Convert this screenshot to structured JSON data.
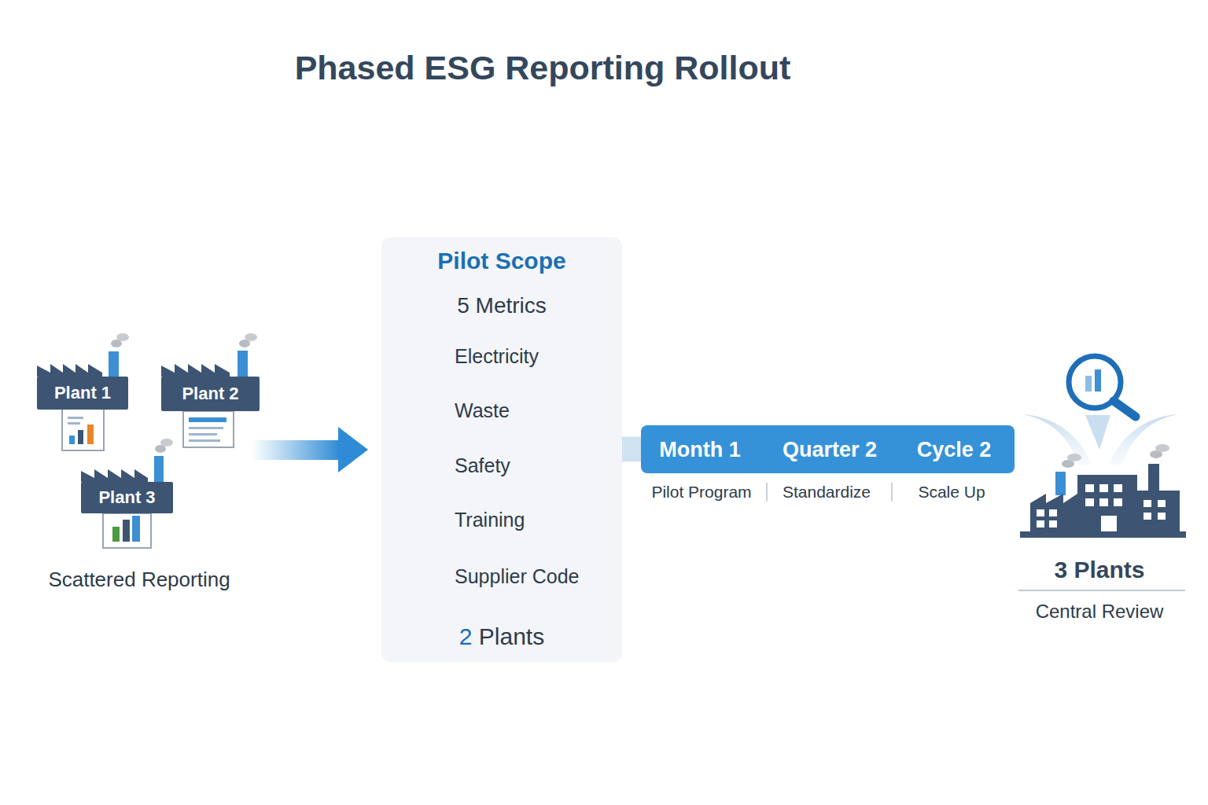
{
  "diagram": {
    "title": "Phased ESG Reporting Rollout",
    "nodes": [
      {
        "text": [
          "Plant 1"
        ]
      },
      {
        "text": [
          "Plant 2"
        ]
      },
      {
        "text": [
          "Plant 3"
        ]
      },
      {
        "text": [
          "Pilot Scope",
          "5 Metrics",
          "Electricity",
          "Waste",
          "Safety",
          "Training",
          "Supplier Code",
          "2 Plants"
        ]
      },
      {
        "text": [
          "Month 1",
          "Quarter 2",
          "Cycle 2"
        ]
      }
    ],
    "edges": [
      {
        "from": 3,
        "to": 4,
        "arrow": "none"
      }
    ],
    "labels": [
      "Scattered Reporting",
      "Pilot Program",
      "Standardize",
      "Scale Up",
      "3 Plants",
      "Central Review"
    ]
  }
}
